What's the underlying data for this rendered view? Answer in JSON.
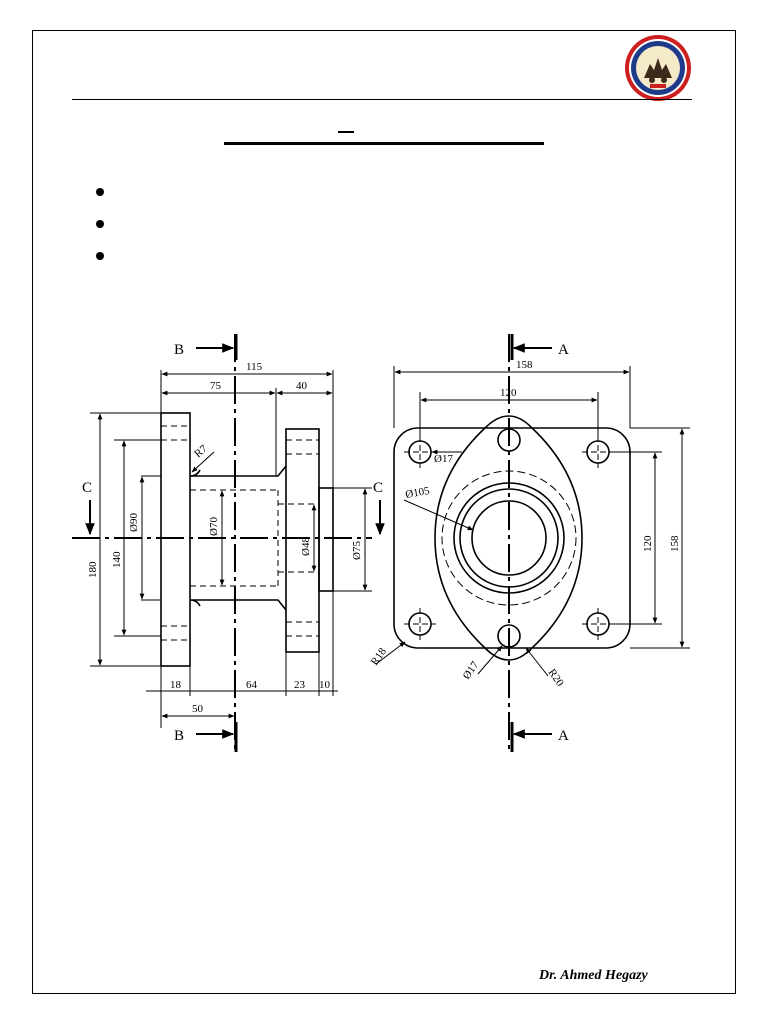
{
  "document": {
    "title": "",
    "title_dash": "–",
    "bullets": [
      "",
      "",
      ""
    ],
    "author": "Dr. Ahmed Hegazy"
  },
  "drawing": {
    "section_labels": {
      "b": "B",
      "a": "A",
      "c": "C"
    },
    "left_view": {
      "overall_length": "115",
      "left_part_length": "75",
      "right_part_length": "40",
      "fillet_radius": "R7",
      "flange_outer_height": "180",
      "hub_height": "140",
      "hub_diameter": "Ø90",
      "bore_diameter": "Ø70",
      "small_bore": "Ø48",
      "boss_diameter": "Ø75",
      "flange_thickness": "18",
      "neck_length": "64",
      "right_flange_thickness": "23",
      "boss_length": "10",
      "half_length": "50"
    },
    "right_view": {
      "overall_width": "158",
      "hole_pitch_x": "120",
      "hole_pitch_y": "120",
      "overall_height": "158",
      "hole_diameter_top": "Ø17",
      "hole_diameter_bottom": "Ø17",
      "bore_diameter": "Ø105",
      "corner_radius": "R18",
      "lug_radius": "R20"
    }
  },
  "colors": {
    "ink": "#000000",
    "logo_ring": "#cc2020",
    "logo_blue": "#1e3a8a"
  }
}
